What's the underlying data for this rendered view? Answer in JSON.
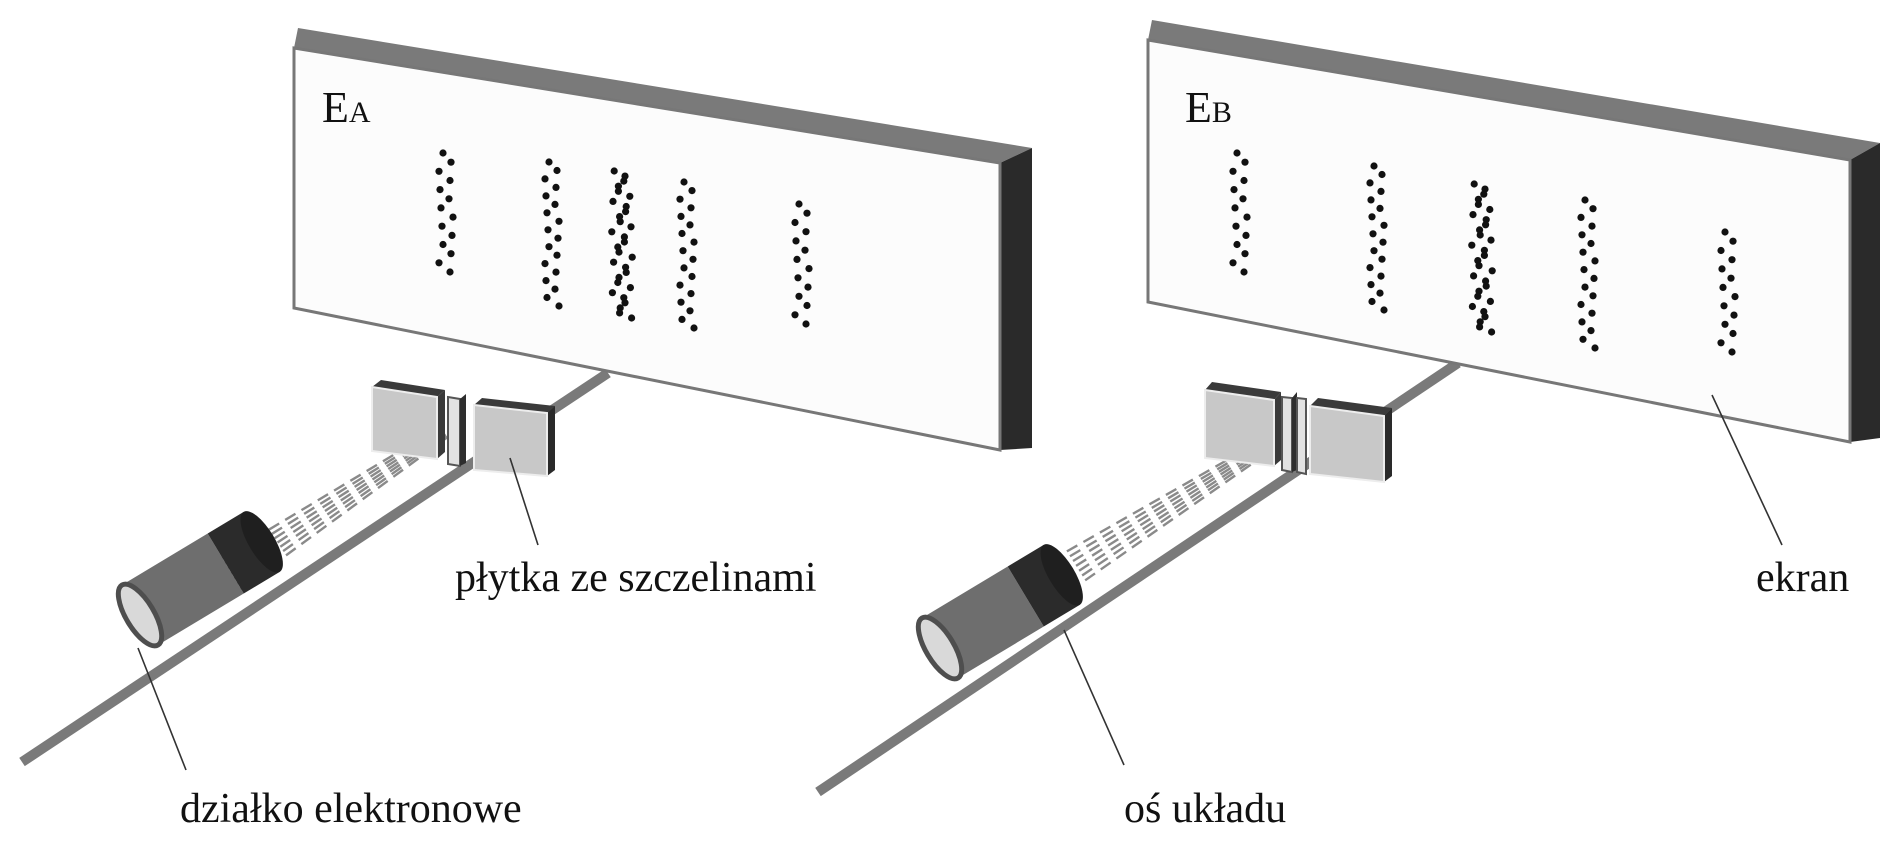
{
  "setups": [
    {
      "id": "A",
      "screen_label": {
        "main": "E",
        "sub": "A"
      },
      "fringes": [
        {
          "col": 0,
          "dots": 14
        },
        {
          "col": 1,
          "dots": 18
        },
        {
          "col": 2,
          "dots": 30
        },
        {
          "col": 3,
          "dots": 18
        },
        {
          "col": 4,
          "dots": 14
        }
      ]
    },
    {
      "id": "B",
      "screen_label": {
        "main": "E",
        "sub": "B"
      },
      "fringes": [
        {
          "col": 0,
          "dots": 14
        },
        {
          "col": 1,
          "dots": 18
        },
        {
          "col": 2,
          "dots": 30
        },
        {
          "col": 3,
          "dots": 18
        },
        {
          "col": 4,
          "dots": 14
        }
      ]
    }
  ],
  "labels": {
    "gun": "działko elektronowe",
    "plate": "płytka ze szczelinami",
    "axis": "oś układu",
    "screen": "ekran"
  },
  "colors": {
    "screen_face": "#fcfcfc",
    "screen_top": "#7a7a7a",
    "screen_side": "#2a2a2a",
    "axis": "#7a7a7a",
    "block": "#c8c8c8",
    "block_dark": "#2a2a2a",
    "gun_body": "#6e6e6e",
    "gun_end": "#2b2b2b",
    "dot": "#111111",
    "beam": "#8a8a8a"
  }
}
